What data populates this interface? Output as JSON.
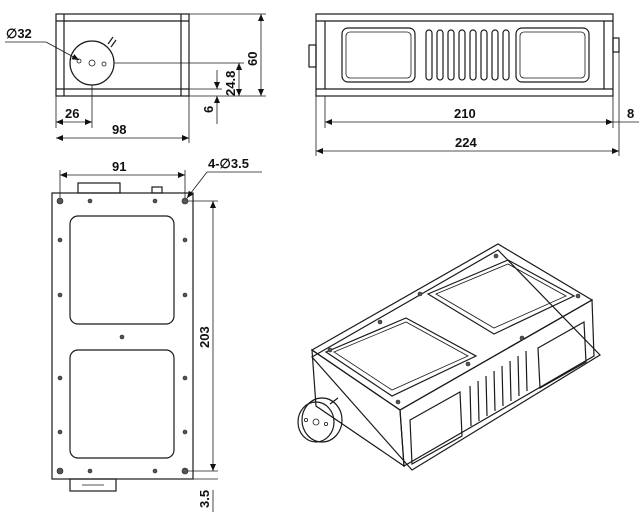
{
  "dimensions": {
    "front_view": {
      "bore_diameter": "∅32",
      "left_offset": "26",
      "width": "98",
      "height": "60",
      "center_height": "24.8",
      "foot": "6"
    },
    "side_view": {
      "body_length": "210",
      "overall_length": "224",
      "tab": "8"
    },
    "top_view": {
      "hole_spacing_width": "91",
      "holes": "4-∅3.5",
      "hole_spacing_length": "203",
      "edge_offset": "3.5"
    }
  }
}
